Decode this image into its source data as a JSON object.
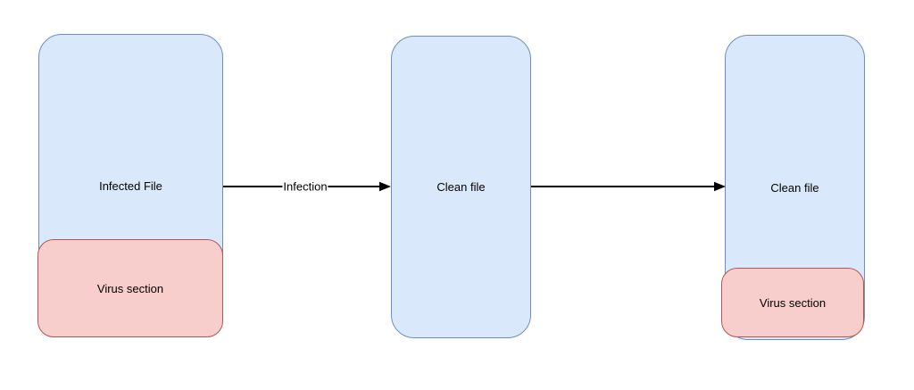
{
  "diagram": {
    "nodes": {
      "infected_file": {
        "label": "Infected File"
      },
      "virus_section_left": {
        "label": "Virus section"
      },
      "clean_file_middle": {
        "label": "Clean file"
      },
      "clean_file_right": {
        "label": "Clean file"
      },
      "virus_section_right": {
        "label": "Virus section"
      }
    },
    "edges": {
      "infection": {
        "label": "Infection"
      }
    },
    "colors": {
      "file_fill": "#dae8fc",
      "file_stroke": "#6c8ebf",
      "virus_fill": "#f8cecc",
      "virus_stroke": "#b85450",
      "arrow": "#000000",
      "label_text": "#000000",
      "background": "#ffffff"
    }
  }
}
